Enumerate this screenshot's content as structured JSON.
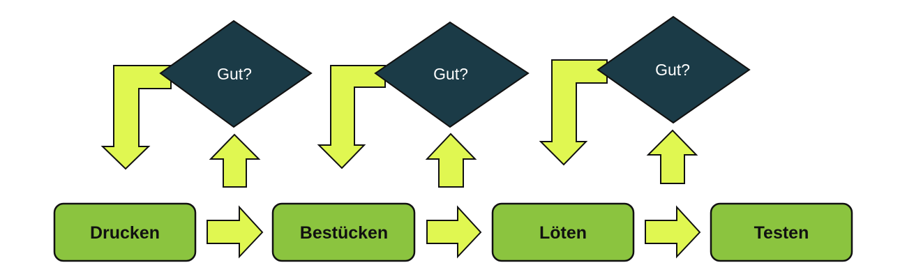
{
  "colors": {
    "process_fill": "#8bc43f",
    "arrow_fill": "#e0f751",
    "decision_fill": "#1b3b47",
    "outline": "#111111",
    "decision_text": "#ffffff",
    "process_text": "#111111"
  },
  "steps": [
    {
      "label": "Drucken"
    },
    {
      "label": "Bestücken"
    },
    {
      "label": "Löten"
    },
    {
      "label": "Testen"
    }
  ],
  "checks": [
    {
      "label": "Gut?"
    },
    {
      "label": "Gut?"
    },
    {
      "label": "Gut?"
    }
  ]
}
